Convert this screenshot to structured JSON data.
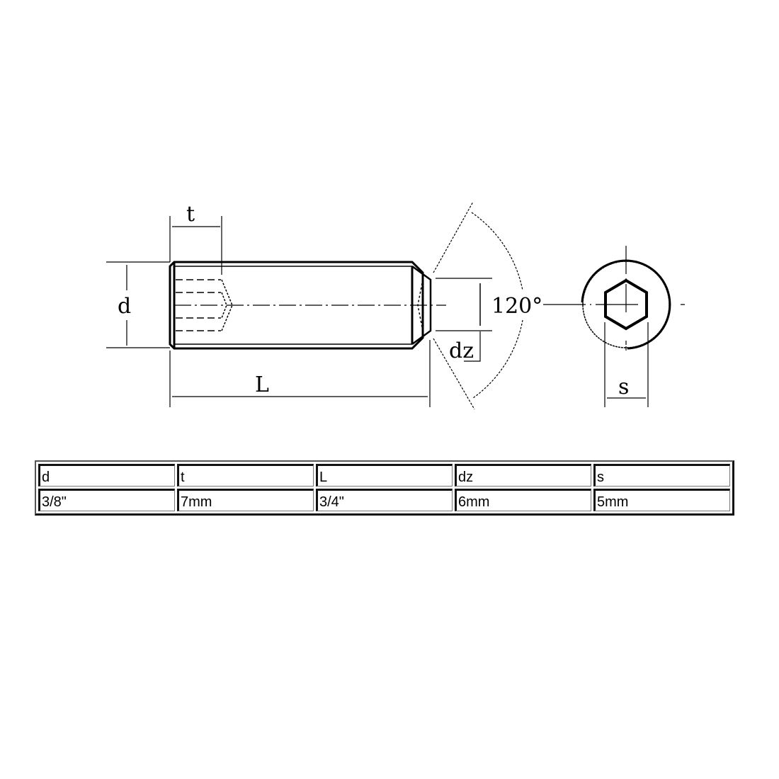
{
  "drawing": {
    "title": "Hex socket set screw with cone point - dimension drawing",
    "labels": {
      "t": "t",
      "d": "d",
      "L": "L",
      "dz": "dz",
      "angle": "120°",
      "s": "s"
    }
  },
  "spec_table": {
    "headers": [
      "d",
      "t",
      "L",
      "dz",
      "s"
    ],
    "values": [
      "3/8\"",
      "7mm",
      "3/4\"",
      "6mm",
      "5mm"
    ]
  }
}
